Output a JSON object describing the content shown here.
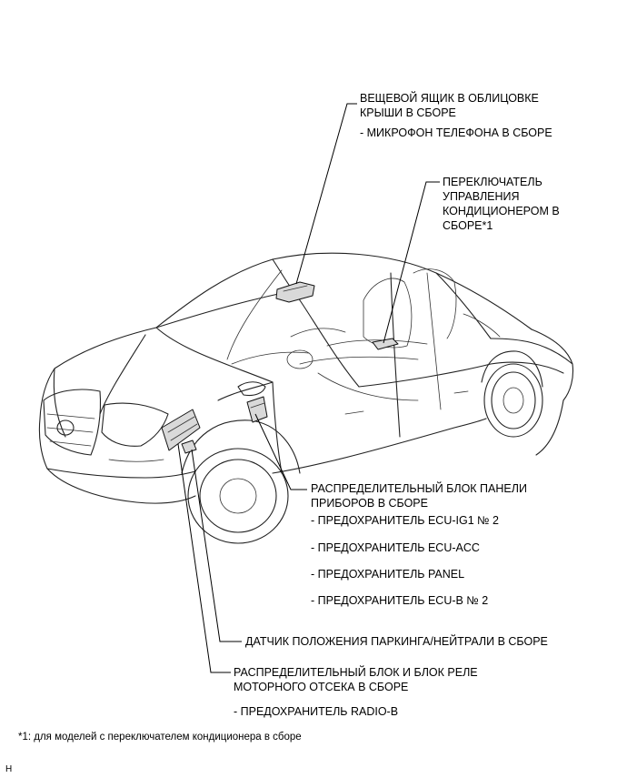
{
  "labels": {
    "roof_box": {
      "line1": "ВЕЩЕВОЙ ЯЩИК В ОБЛИЦОВКЕ",
      "line2": "КРЫШИ В СБОРЕ",
      "sub1": "- МИКРОФОН ТЕЛЕФОНА В СБОРЕ"
    },
    "ac_switch": {
      "line1": "ПЕРЕКЛЮЧАТЕЛЬ",
      "line2": "УПРАВЛЕНИЯ",
      "line3": "КОНДИЦИОНЕРОМ В",
      "line4": "СБОРЕ*1"
    },
    "panel_block": {
      "line1": "РАСПРЕДЕЛИТЕЛЬНЫЙ БЛОК ПАНЕЛИ",
      "line2": "ПРИБОРОВ В СБОРЕ",
      "sub1": "- ПРЕДОХРАНИТЕЛЬ ECU-IG1 № 2",
      "sub2": "- ПРЕДОХРАНИТЕЛЬ ECU-ACC",
      "sub3": "- ПРЕДОХРАНИТЕЛЬ PANEL",
      "sub4": "- ПРЕДОХРАНИТЕЛЬ ECU-B № 2"
    },
    "park_sensor": {
      "line1": "ДАТЧИК ПОЛОЖЕНИЯ ПАРКИНГА/НЕЙТРАЛИ В СБОРЕ"
    },
    "engine_block": {
      "line1": "РАСПРЕДЕЛИТЕЛЬНЫЙ БЛОК И БЛОК РЕЛЕ",
      "line2": "МОТОРНОГО ОТСЕКА В СБОРЕ",
      "sub1": "- ПРЕДОХРАНИТЕЛЬ RADIO-B"
    }
  },
  "footnote": "*1: для моделей с переключателем кондиционера в сборе",
  "corner_code": "H"
}
